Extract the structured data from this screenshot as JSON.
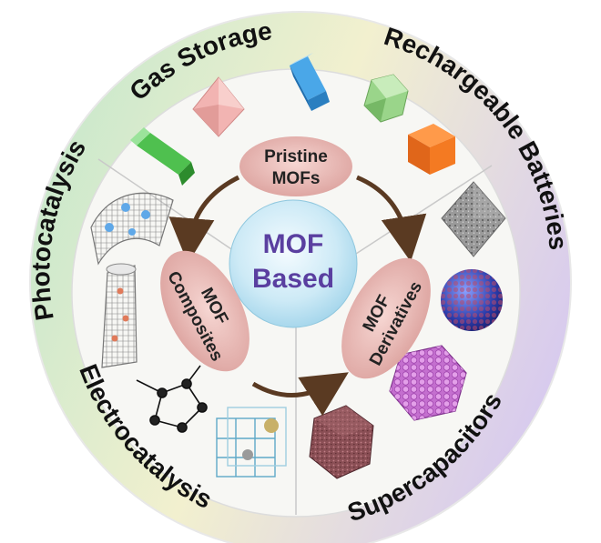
{
  "ring_labels": {
    "gas_storage": "Gas Storage",
    "rechargeable_batteries": "Rechargeable Batteries",
    "supercapacitors": "Supercapacitors",
    "electrocatalysis": "Electrocatalysis",
    "photocatalysis": "Photocatalysis"
  },
  "nodes": {
    "pristine": [
      "Pristine",
      "MOFs"
    ],
    "composites": [
      "MOF",
      "Composites"
    ],
    "derivatives": [
      "MOF",
      "Derivatives"
    ]
  },
  "center": [
    "MOF",
    "Based"
  ],
  "colors": {
    "ring_left": "#cfe9cf",
    "ring_top": "#f3f1c8",
    "ring_right": "#dcd2f0",
    "center_blue": "#bfe6f4",
    "oval_pink": "#e8b7b3",
    "arrow": "#5a3a22",
    "center_text": "#5a3fa0"
  },
  "icons": [
    "pink-octahedron-icon",
    "blue-rod-crystal-icon",
    "green-rod-crystal-icon",
    "green-polyhedron-icon",
    "orange-cube-icon",
    "grey-porous-octahedron-icon",
    "blue-sphere-cluster-icon",
    "purple-dodecahedron-icon",
    "maroon-dodecahedron-icon",
    "lattice-cube-icon",
    "molecular-network-icon",
    "nanotube-icon",
    "graphene-sheet-icon"
  ]
}
